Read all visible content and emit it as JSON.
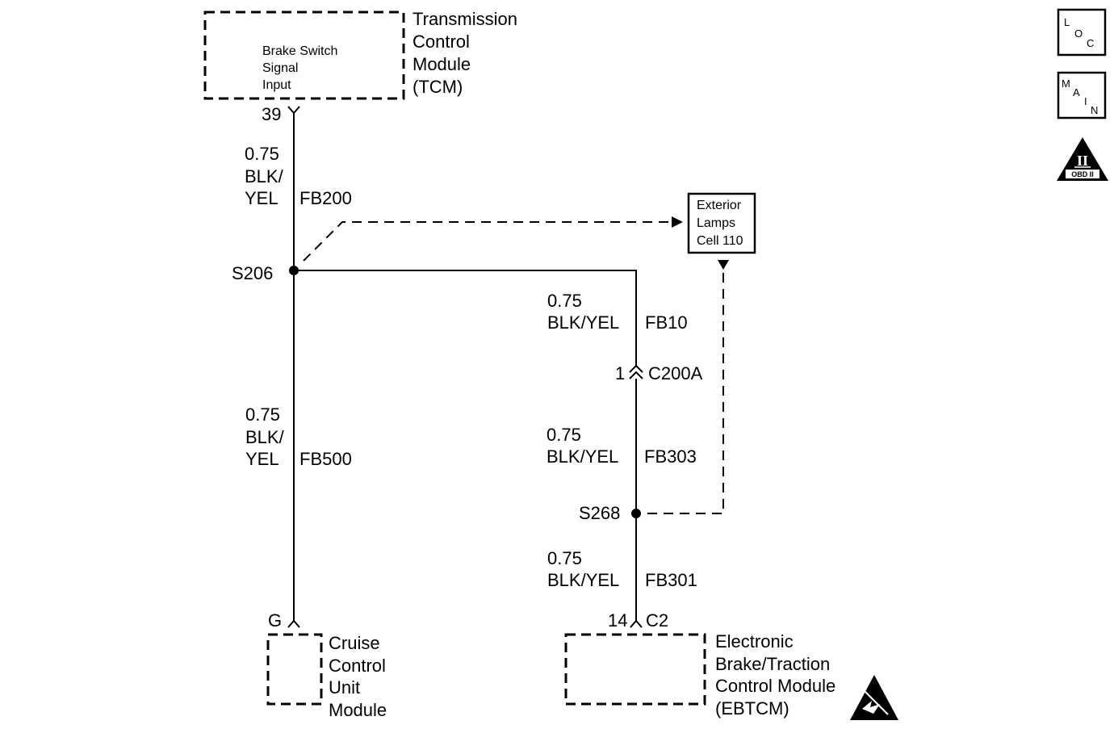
{
  "tcm": {
    "name_lines": [
      "Transmission",
      "Control",
      "Module",
      "(TCM)"
    ],
    "inner_lines": [
      "Brake Switch",
      "Signal",
      "Input"
    ],
    "pin": "39"
  },
  "wire_fb200": {
    "size": "0.75",
    "color_lines": [
      "BLK/",
      "YEL"
    ],
    "circuit": "FB200"
  },
  "splice_s206": "S206",
  "exterior_lamps": {
    "lines": [
      "Exterior",
      "Lamps",
      "Cell 110"
    ]
  },
  "wire_fb10": {
    "size": "0.75",
    "color": "BLK/YEL",
    "circuit": "FB10"
  },
  "connector_c200a": {
    "pin": "1",
    "name": "C200A"
  },
  "wire_fb303": {
    "size": "0.75",
    "color": "BLK/YEL",
    "circuit": "FB303"
  },
  "splice_s268": "S268",
  "wire_fb301": {
    "size": "0.75",
    "color": "BLK/YEL",
    "circuit": "FB301"
  },
  "wire_fb500": {
    "size": "0.75",
    "color_lines": [
      "BLK/",
      "YEL"
    ],
    "circuit": "FB500"
  },
  "cruise": {
    "pin": "G",
    "name_lines": [
      "Cruise",
      "Control",
      "Unit",
      "Module"
    ]
  },
  "ebtcm": {
    "pin": "14",
    "connector": "C2",
    "name_lines": [
      "Electronic",
      "Brake/Traction",
      "Control Module",
      "(EBTCM)"
    ]
  },
  "nav_icons": {
    "loc": [
      "L",
      "O",
      "C"
    ],
    "main": [
      "M",
      "A",
      "I",
      "N"
    ],
    "obd": {
      "roman": "II",
      "label": "OBD II"
    }
  }
}
